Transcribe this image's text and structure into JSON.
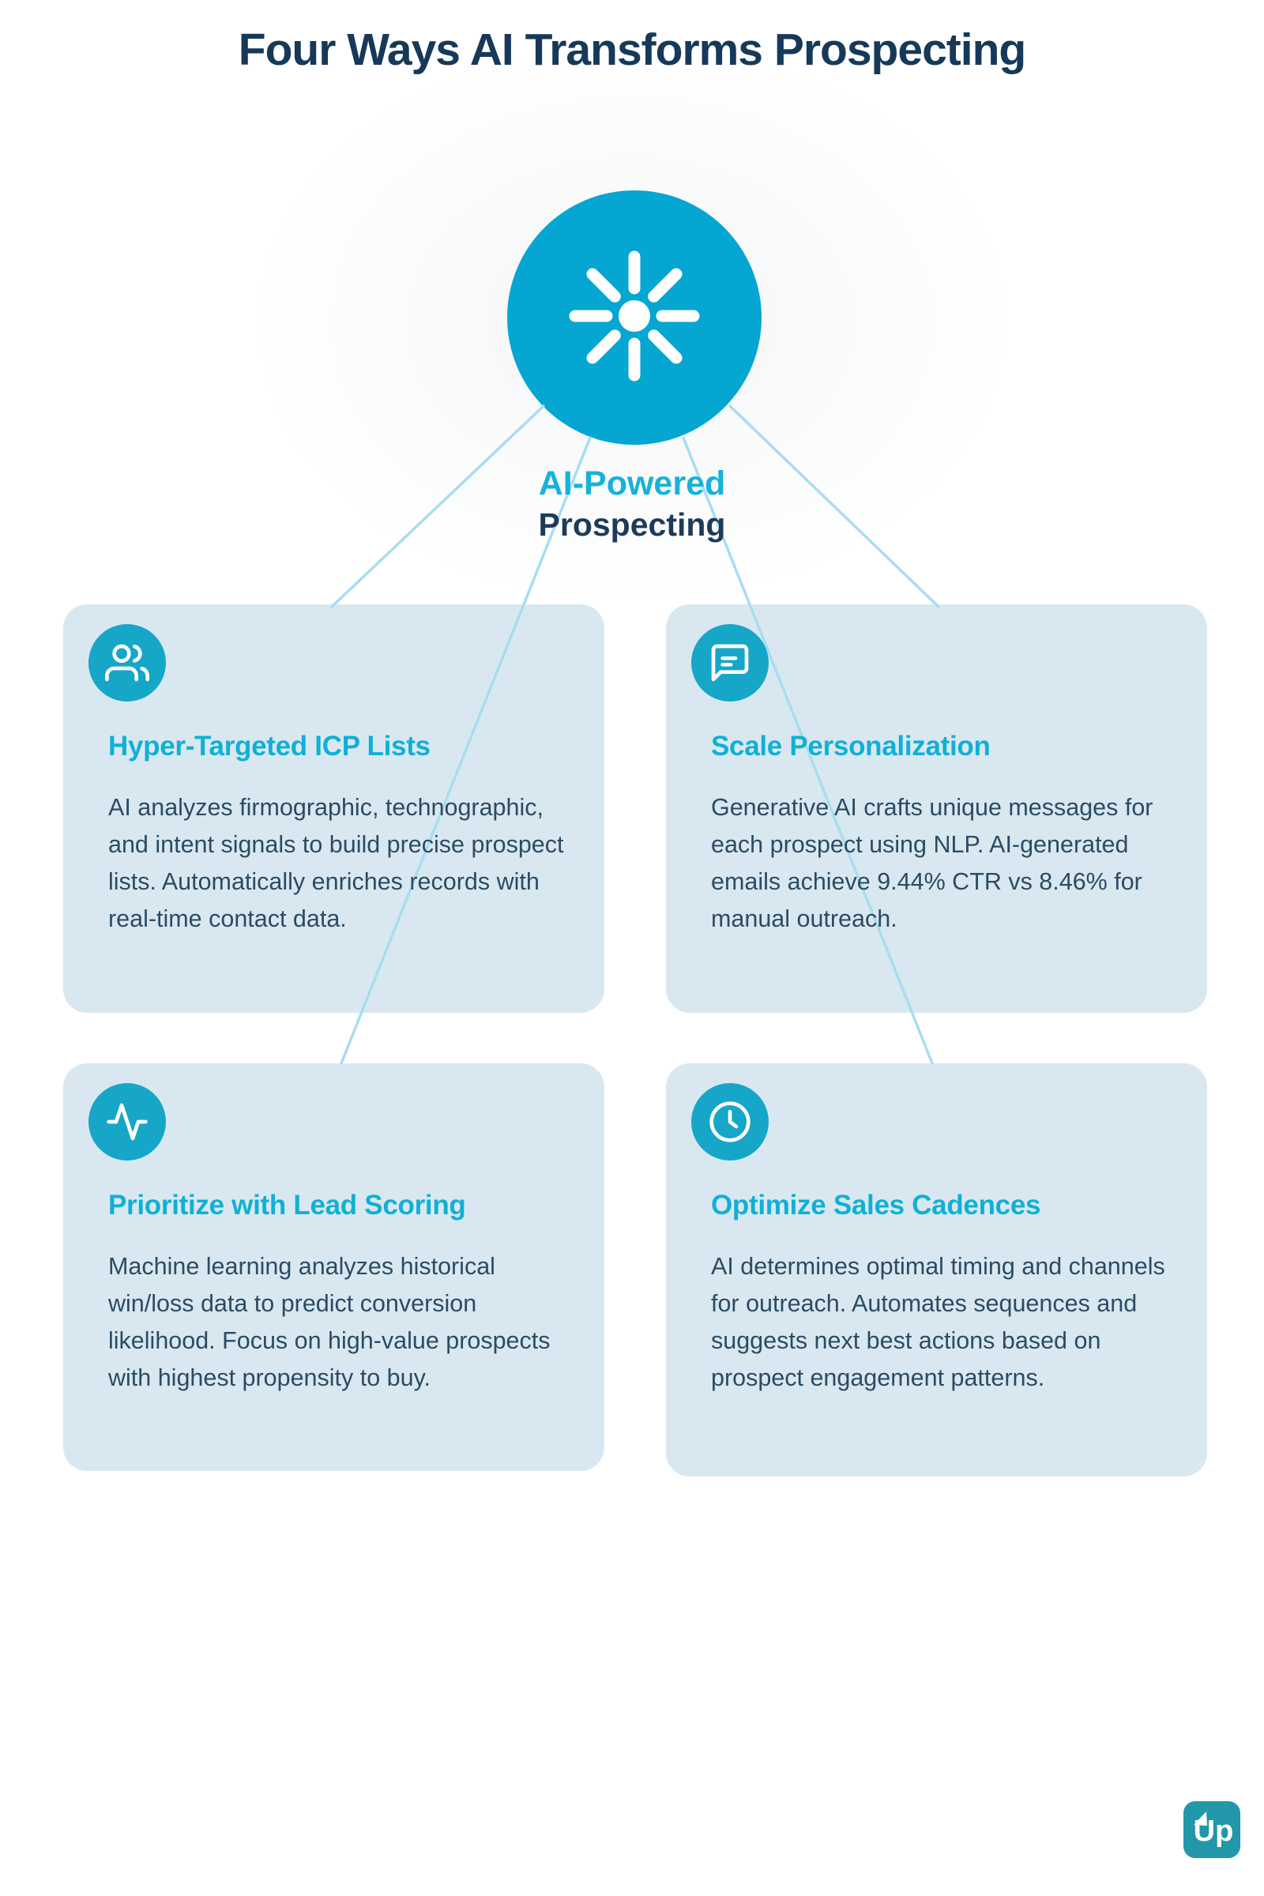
{
  "header": {
    "title": "Four Ways AI Transforms Prospecting"
  },
  "hub": {
    "icon": "sparkle-icon",
    "label_line1": "AI-Powered",
    "label_line2": "Prospecting"
  },
  "cards": [
    {
      "icon": "users-icon",
      "heading": "Hyper-Targeted ICP Lists",
      "body": "AI analyzes firmographic, technographic, and intent signals to build precise prospect lists. Automatically enriches records with real-time contact data."
    },
    {
      "icon": "message-square-icon",
      "heading": "Scale Personalization",
      "body": "Generative AI crafts unique messages for each prospect using NLP. AI-generated emails achieve 9.44% CTR vs 8.46% for manual outreach."
    },
    {
      "icon": "activity-icon",
      "heading": "Prioritize with Lead Scoring",
      "body": "Machine learning analyzes historical win/loss data to predict conversion likelihood. Focus on high-value prospects with highest propensity to buy."
    },
    {
      "icon": "clock-icon",
      "heading": "Optimize Sales Cadences",
      "body": "AI determines optimal timing and channels for outreach. Automates sequences and suggests next best actions based on prospect engagement patterns."
    }
  ],
  "footer": {
    "logo_text": "Up"
  },
  "colors": {
    "hub_circle": "#05a6d1",
    "icon_circle": "#16a6c8",
    "accent_cyan_heading": "#0fb0d6",
    "navy_text": "#1b3c59",
    "body_text": "#2c4b64",
    "card_background": "#d9e8f0",
    "connector_line": "#a8ddf0",
    "logo_teal": "#2297a9"
  }
}
